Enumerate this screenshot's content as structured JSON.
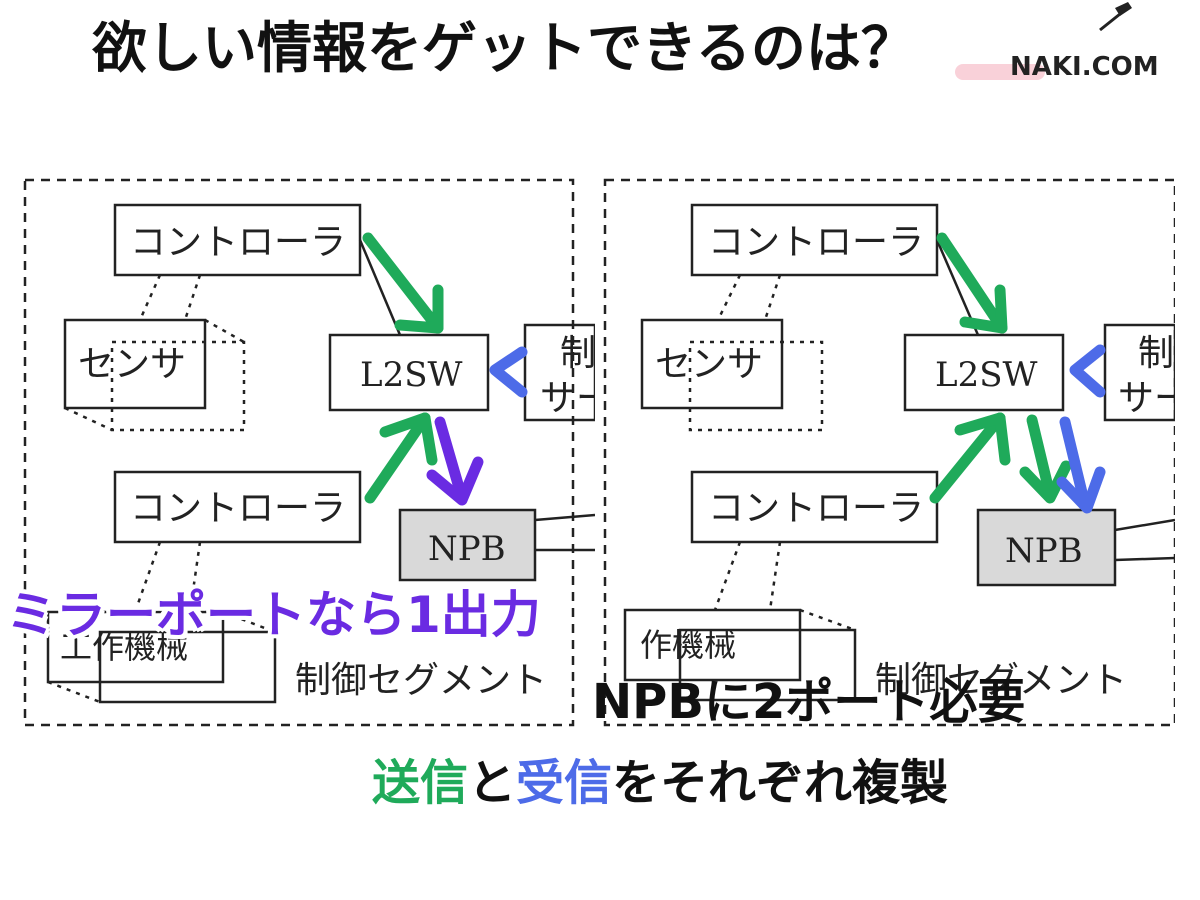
{
  "title": "欲しい情報をゲットできるのは？",
  "logo_text": "NAKI.COM",
  "colors": {
    "green_arrow": "#1faa5a",
    "blue_arrow": "#4d6be8",
    "purple_arrow": "#6a2be2",
    "npb_fill": "#d9d9d9"
  },
  "diagram_left": {
    "controller_top": "コントローラ",
    "sensor": "センサ",
    "l2sw": "L2SW",
    "server_partial_1": "制",
    "server_partial_2": "サー",
    "controller_bottom": "コントローラ",
    "npb": "NPB",
    "machine": "工作機械",
    "segment": "制御セグメント"
  },
  "diagram_right": {
    "controller_top": "コントローラ",
    "sensor": "センサ",
    "l2sw": "L2SW",
    "server_partial_1": "制",
    "server_partial_2": "サー",
    "controller_bottom": "コントローラ",
    "npb": "NPB",
    "machine": "作機械",
    "segment": "制御セグメント"
  },
  "captions": {
    "mirror_port": "ミラーポートなら1出力",
    "npb_two_ports": "NPBに2ポート必要",
    "send": "送信",
    "and": "と",
    "receive": "受信",
    "duplicate_each": "をそれぞれ複製"
  }
}
